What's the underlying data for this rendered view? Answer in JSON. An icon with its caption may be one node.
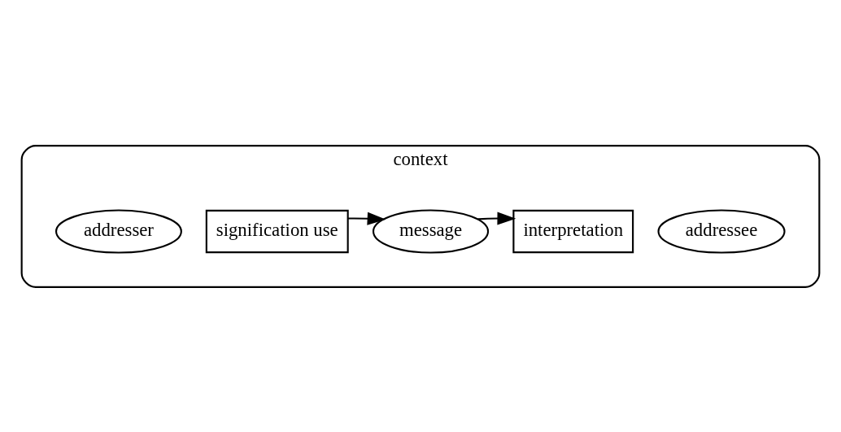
{
  "diagram": {
    "nodes": [
      {
        "text": [
          "context"
        ]
      },
      {
        "text": [
          "addresser"
        ],
        "in": 0
      },
      {
        "text": [
          "signification use"
        ],
        "in": 0
      },
      {
        "text": [
          "message"
        ],
        "in": 0
      },
      {
        "text": [
          "interpretation"
        ],
        "in": 0
      },
      {
        "text": [
          "addressee"
        ],
        "in": 0
      }
    ],
    "edges": [
      {
        "from": 2,
        "to": 3,
        "arrow": "to"
      },
      {
        "from": 3,
        "to": 4,
        "arrow": "to"
      }
    ]
  }
}
